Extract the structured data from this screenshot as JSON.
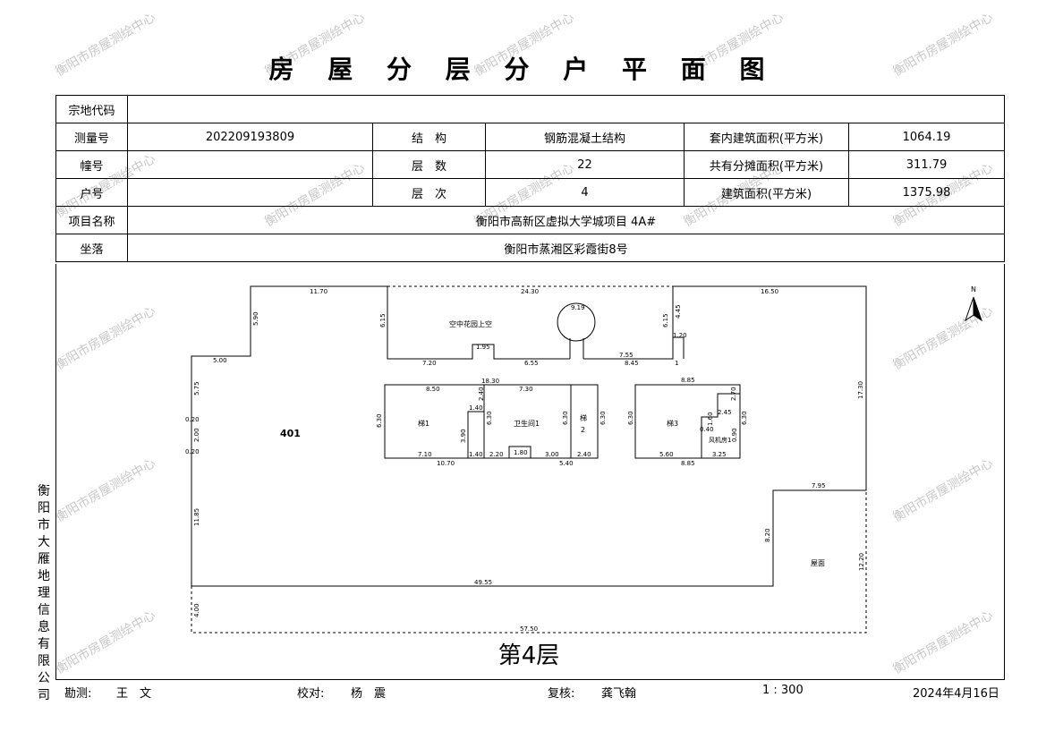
{
  "title": "房 屋 分 层 分 户 平 面 图",
  "watermark": "衡阳市房屋测绘中心",
  "info": {
    "parcel_code_label": "宗地代码",
    "parcel_code_value": "",
    "survey_no_label": "测量号",
    "survey_no_value": "202209193809",
    "structure_label": "结　构",
    "structure_value": "钢筋混凝土结构",
    "inner_area_label": "套内建筑面积(平方米)",
    "inner_area_value": "1064.19",
    "building_no_label": "幢号",
    "building_no_value": "",
    "floors_label": "层　数",
    "floors_value": "22",
    "shared_area_label": "共有分摊面积(平方米)",
    "shared_area_value": "311.79",
    "unit_no_label": "户号",
    "unit_no_value": "",
    "floor_no_label": "层　次",
    "floor_no_value": "4",
    "total_area_label": "建筑面积(平方米)",
    "total_area_value": "1375.98",
    "project_label": "项目名称",
    "project_value": "衡阳市高新区虚拟大学城项目 4A#",
    "location_label": "坐落",
    "location_value": "衡阳市蒸湘区彩霞街8号"
  },
  "plan": {
    "floor_caption": "第4层",
    "north": "N",
    "unit_label": "401",
    "rooms": {
      "sky_garden": "空中花园上空",
      "stair1": "梯1",
      "stair2": "梯",
      "stair2_num": "2",
      "stair3": "梯3",
      "toilet": "卫生间1",
      "duct": "风机房1",
      "roof": "屋面"
    },
    "dims": {
      "d1170": "11.70",
      "d2430": "24.30",
      "d1650": "16.50",
      "d590": "5.90",
      "d615a": "6.15",
      "d919": "9.19",
      "d615b": "6.15",
      "d445": "4.45",
      "d500": "5.00",
      "d720": "7.20",
      "d655": "6.55",
      "d755": "7.55",
      "d845": "8.45",
      "d120": "1.20",
      "d1": "1",
      "d1830": "18.30",
      "d850": "8.50",
      "d730": "7.30",
      "d885a": "8.85",
      "d885b": "8.85",
      "d575": "5.75",
      "d020a": "0.20",
      "d200": "2.00",
      "d020b": "0.20",
      "d630a": "6.30",
      "d630b": "6.30",
      "d630c": "6.30",
      "d630d": "6.30",
      "d630e": "6.30",
      "d630f": "6.30",
      "d1730": "17.30",
      "d710": "7.10",
      "d1070": "10.70",
      "d140": "1.40",
      "d220": "2.20",
      "d300": "3.00",
      "d240": "2.40",
      "d540": "5.40",
      "d560": "5.60",
      "d325": "3.25",
      "d270": "2.70",
      "d245": "2.45",
      "d390": "3.90",
      "d795": "7.95",
      "d1185": "11.85",
      "d820": "8.20",
      "d1220": "12.20",
      "d4955": "49.55",
      "d400": "4.00",
      "d5750": "57.50",
      "d195": "1.95",
      "d090": "0.90",
      "d160": "1.60",
      "d180": "1.80",
      "d240b": "2.40",
      "d040": "0.40"
    }
  },
  "side_company": "衡阳市大雁地理信息有限公司",
  "footer": {
    "survey_label": "勘测:",
    "survey_name": "王　文",
    "check_label": "校对:",
    "check_name": "杨　震",
    "review_label": "复核:",
    "review_name": "龚飞翰",
    "scale": "1 : 300",
    "date": "2024年4月16日"
  }
}
